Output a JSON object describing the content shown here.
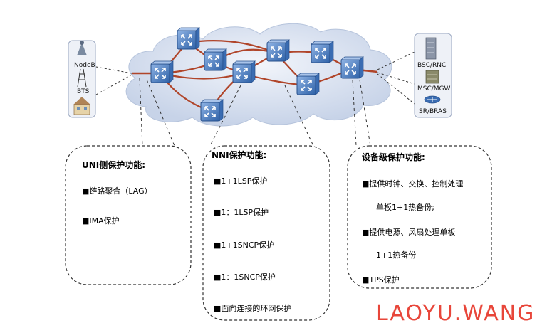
{
  "left_devices": {
    "nodeb_label": "NodeB",
    "bts_label": "BTS"
  },
  "right_devices": {
    "bsc_label": "BSC/RNC",
    "msc_label": "MSC/MGW",
    "sr_label": "SR/BRAS"
  },
  "panels": {
    "uni": {
      "title": "UNI侧保护功能:",
      "items": [
        "■链路聚合（LAG）",
        "■IMA保护"
      ]
    },
    "nni": {
      "title": "NNI保护功能:",
      "items": [
        "■1+1LSP保护",
        "■1：1LSP保护",
        "■1+1SNCP保护",
        "■1：1SNCP保护",
        "■面向连接的环网保护"
      ]
    },
    "device": {
      "title": "设备级保护功能:",
      "items": [
        "■提供时钟、交换、控制处理",
        "单板1+1热备份;",
        "■提供电源、风扇处理单板",
        "1+1热备份",
        "■TPS保护"
      ]
    }
  },
  "watermark": "LAOYU.WANG",
  "colors": {
    "link": "#b0452a",
    "cloud": "#d2dced",
    "router": "#4a7fc0",
    "watermark": "#e8463a"
  }
}
